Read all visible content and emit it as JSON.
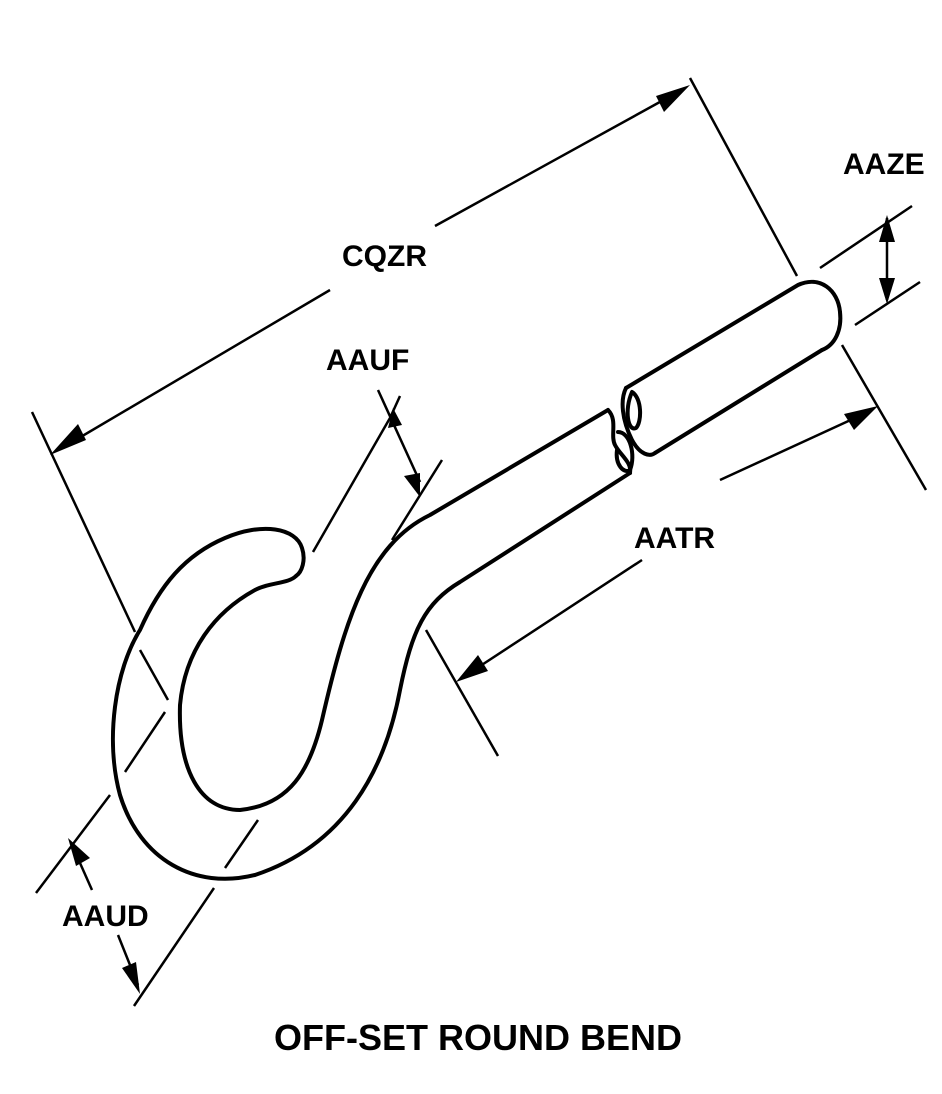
{
  "diagram": {
    "caption": "OFF-SET ROUND BEND",
    "labels": {
      "overall_length": "CQZR",
      "opening": "AAUF",
      "stock_diameter": "AAZE",
      "straight_length": "AATR",
      "hook_diameter": "AAUD"
    }
  }
}
